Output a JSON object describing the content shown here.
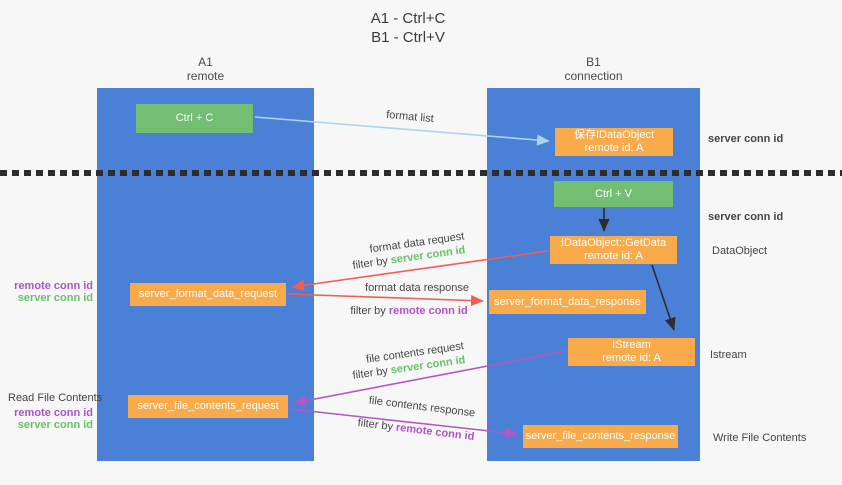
{
  "title": {
    "line1": "A1 - Ctrl+C",
    "line2": "B1 - Ctrl+V"
  },
  "columns": {
    "a1": {
      "id": "A1",
      "subtitle": "remote"
    },
    "b1": {
      "id": "B1",
      "subtitle": "connection"
    }
  },
  "nodes": {
    "ctrl_c": "Ctrl + C",
    "save_idataobject_line1": "保存IDataObject",
    "save_idataobject_line2": "remote id: A",
    "ctrl_v": "Ctrl + V",
    "getdata_line1": "IDataObject::GetData",
    "getdata_line2": "remote id: A",
    "format_request": "server_format_data_request",
    "format_response": "server_format_data_response",
    "istream_line1": "IStream",
    "istream_line2": "remote id: A",
    "file_request": "server_file_contents_request",
    "file_response": "server_file_contents_response"
  },
  "arrow_labels": {
    "format_list": "format list",
    "format_data_request": "format data request",
    "format_data_response": "format data response",
    "file_contents_request": "file contents request",
    "file_contents_response": "file contents response",
    "filter_by": "filter by ",
    "server_conn_id": "server conn id",
    "remote_conn_id": "remote conn id"
  },
  "side_labels": {
    "server_conn_id_top": "server conn id",
    "server_conn_id_mid": "server conn id",
    "dataobject": "DataObject",
    "istream": "Istream",
    "read_file_contents": "Read File Contents",
    "write_file_contents": "Write File Contents",
    "remote_conn_id": "remote conn id",
    "server_conn_id": "server conn id"
  },
  "colors": {
    "bg": "#f7f7f7",
    "column-blue": "#4a80d5",
    "box-green": "#72bf72",
    "box-orange": "#f9aa4b",
    "arrow-red": "#ee6055",
    "arrow-purple": "#b357c4",
    "arrow-blue": "#a9d5ee",
    "arrow-black": "#2d2d2d",
    "text-green": "#67c167",
    "text-purple": "#ad53c9",
    "text-dark": "#454545"
  }
}
